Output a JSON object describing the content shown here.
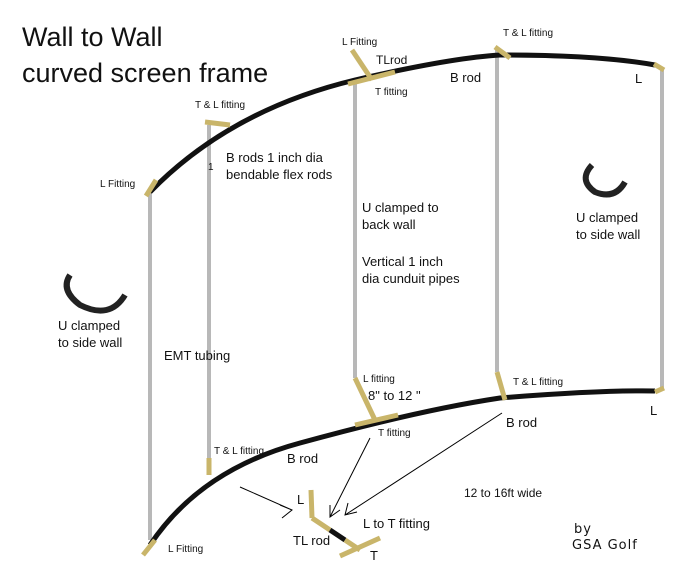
{
  "title": {
    "line1": "Wall to Wall",
    "line2": "curved screen frame"
  },
  "colors": {
    "rod": "#111111",
    "pipe": "#b8b8b8",
    "fitting": "#c9b56a",
    "arrow": "#000000"
  },
  "labels": {
    "l_fitting_top": "L Fitting",
    "tl_rod_top": "TLrod",
    "t_fitting_top": "T fitting",
    "b_rod_top": "B rod",
    "tl_fitting_top_right": "T & L fitting",
    "l_top_right": "L",
    "tl_fitting_left": "T & L fitting",
    "post_marker": "1",
    "b_rods_desc_1": "B rods 1 inch dia",
    "b_rods_desc_2": "bendable flex rods",
    "l_fitting_left": "L Fitting",
    "u_back_1": "U clamped to",
    "u_back_2": "back wall",
    "vertical_1": "Vertical 1 inch",
    "vertical_2": "dia cunduit pipes",
    "u_side_right_1": "U clamped",
    "u_side_right_2": "to side wall",
    "u_side_left_1": "U clamped",
    "u_side_left_2": "to side wall",
    "emt": "EMT tubing",
    "l_fitting_mid": "L fitting",
    "gap": "8\" to 12 \"",
    "tl_fitting_mid_right": "T & L fitting",
    "l_bottom_right": "L",
    "t_fitting_bottom": "T fitting",
    "b_rod_bottom_right": "B rod",
    "tl_fitting_bottom_left": "T & L fitting",
    "b_rod_bottom": "B rod",
    "width": "12 to 16ft wide",
    "detail_l": "L",
    "detail_l_to_t": "L to T fitting",
    "detail_tl_rod": "TL rod",
    "detail_t": "T",
    "l_fitting_bottom": "L Fitting",
    "by": "by",
    "author": "GSA Golf"
  }
}
